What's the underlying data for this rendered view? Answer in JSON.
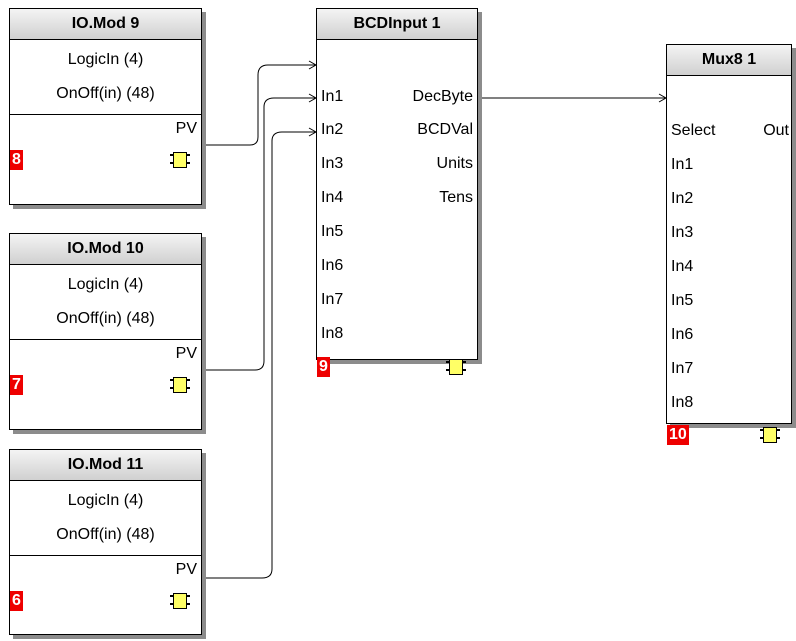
{
  "blocks": {
    "iomod9": {
      "title": "IO.Mod 9",
      "params": [
        "LogicIn (4)",
        "OnOff(in) (48)"
      ],
      "output": "PV",
      "number": "8"
    },
    "iomod10": {
      "title": "IO.Mod 10",
      "params": [
        "LogicIn (4)",
        "OnOff(in) (48)"
      ],
      "output": "PV",
      "number": "7"
    },
    "iomod11": {
      "title": "IO.Mod 11",
      "params": [
        "LogicIn (4)",
        "OnOff(in) (48)"
      ],
      "output": "PV",
      "number": "6"
    },
    "bcdinput": {
      "title": "BCDInput 1",
      "inputs": [
        "In1",
        "In2",
        "In3",
        "In4",
        "In5",
        "In6",
        "In7",
        "In8"
      ],
      "outputs": [
        "DecByte",
        "BCDVal",
        "Units",
        "Tens"
      ],
      "number": "9"
    },
    "mux8": {
      "title": "Mux8 1",
      "inputs": [
        "Select",
        "In1",
        "In2",
        "In3",
        "In4",
        "In5",
        "In6",
        "In7",
        "In8"
      ],
      "output": "Out",
      "number": "10"
    }
  },
  "colors": {
    "number_bg": "#ee0000",
    "chip_fill": "#ffff66",
    "shadow": "#8c8c8c"
  },
  "icons": {
    "block_chip": "chip-icon"
  }
}
